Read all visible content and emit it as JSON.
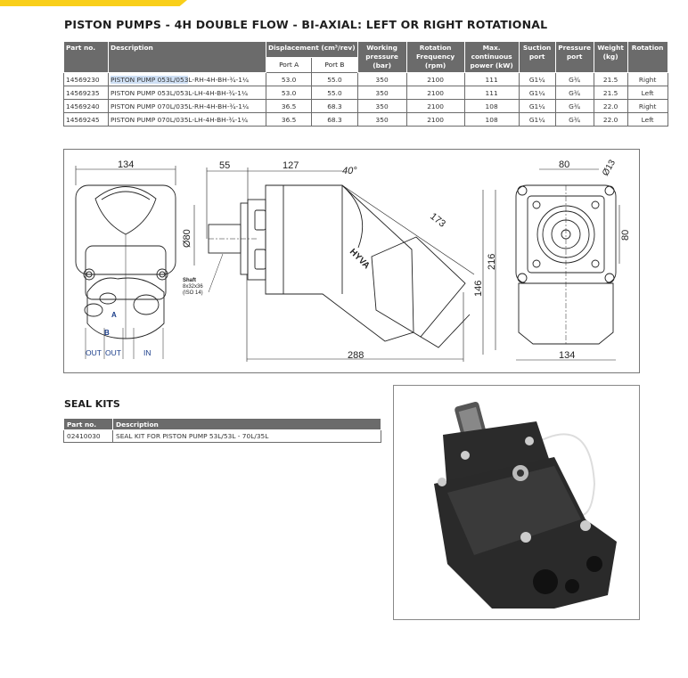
{
  "page": {
    "title": "PISTON PUMPS - 4H DOUBLE FLOW - BI-AXIAL: LEFT OR RIGHT ROTATIONAL",
    "accent_color": "#f9cf1a",
    "header_color": "#6b6b6b"
  },
  "spec_table": {
    "headers": {
      "part_no": "Part no.",
      "description": "Description",
      "displacement": "Displacement (cm³/rev)",
      "port_a": "Port A",
      "port_b": "Port B",
      "working_pressure": "Working pressure (bar)",
      "rotation_frequency": "Rotation Frequency (rpm)",
      "max_power": "Max. continuous power (kW)",
      "suction_port": "Suction port",
      "pressure_port": "Pressure port",
      "weight": "Weight (kg)",
      "rotation": "Rotation"
    },
    "rows": [
      {
        "part_no": "14569230",
        "description_highlight": "PISTON PUMP 053L/053",
        "description_rest": "L-RH-4H-BH-¾-1¼",
        "port_a": "53.0",
        "port_b": "55.0",
        "pressure": "350",
        "rpm": "2100",
        "power": "111",
        "suction": "G1¼",
        "pressure_port": "G¾",
        "weight": "21.5",
        "rotation": "Right"
      },
      {
        "part_no": "14569235",
        "description_highlight": "",
        "description_rest": "PISTON PUMP 053L/053L-LH-4H-BH-¾-1¼",
        "port_a": "53.0",
        "port_b": "55.0",
        "pressure": "350",
        "rpm": "2100",
        "power": "111",
        "suction": "G1¼",
        "pressure_port": "G¾",
        "weight": "21.5",
        "rotation": "Left"
      },
      {
        "part_no": "14569240",
        "description_highlight": "",
        "description_rest": "PISTON PUMP 070L/035L-RH-4H-BH-¾-1¼",
        "port_a": "36.5",
        "port_b": "68.3",
        "pressure": "350",
        "rpm": "2100",
        "power": "108",
        "suction": "G1¼",
        "pressure_port": "G¾",
        "weight": "22.0",
        "rotation": "Right"
      },
      {
        "part_no": "14569245",
        "description_highlight": "",
        "description_rest": "PISTON PUMP 070L/035L-LH-4H-BH-¾-1¼",
        "port_a": "36.5",
        "port_b": "68.3",
        "pressure": "350",
        "rpm": "2100",
        "power": "108",
        "suction": "G1¼",
        "pressure_port": "G¾",
        "weight": "22.0",
        "rotation": "Left"
      }
    ]
  },
  "drawing": {
    "dims": {
      "front_width": "134",
      "shaft_len": "55",
      "body_len": "127",
      "angle": "40°",
      "diag": "173",
      "dia80": "Ø80",
      "height216": "216",
      "height146": "146",
      "total288": "288",
      "flange80_h": "80",
      "flange80_v": "80",
      "hole": "Ø13",
      "rear_width": "134"
    },
    "labels": {
      "shaft_1": "Shaft",
      "shaft_2": "8x32x36",
      "shaft_3": "(ISO 14)",
      "port_a": "A",
      "port_b": "B",
      "out1": "OUT",
      "out2": "OUT",
      "in": "IN",
      "brand": "HYVA"
    }
  },
  "seal_kits": {
    "title": "SEAL KITS",
    "headers": {
      "part_no": "Part no.",
      "description": "Description"
    },
    "rows": [
      {
        "part_no": "02410030",
        "description": "SEAL KIT FOR PISTON PUMP 53L/53L - 70L/35L"
      }
    ]
  },
  "photo": {
    "alt": "Piston pump product photo"
  }
}
